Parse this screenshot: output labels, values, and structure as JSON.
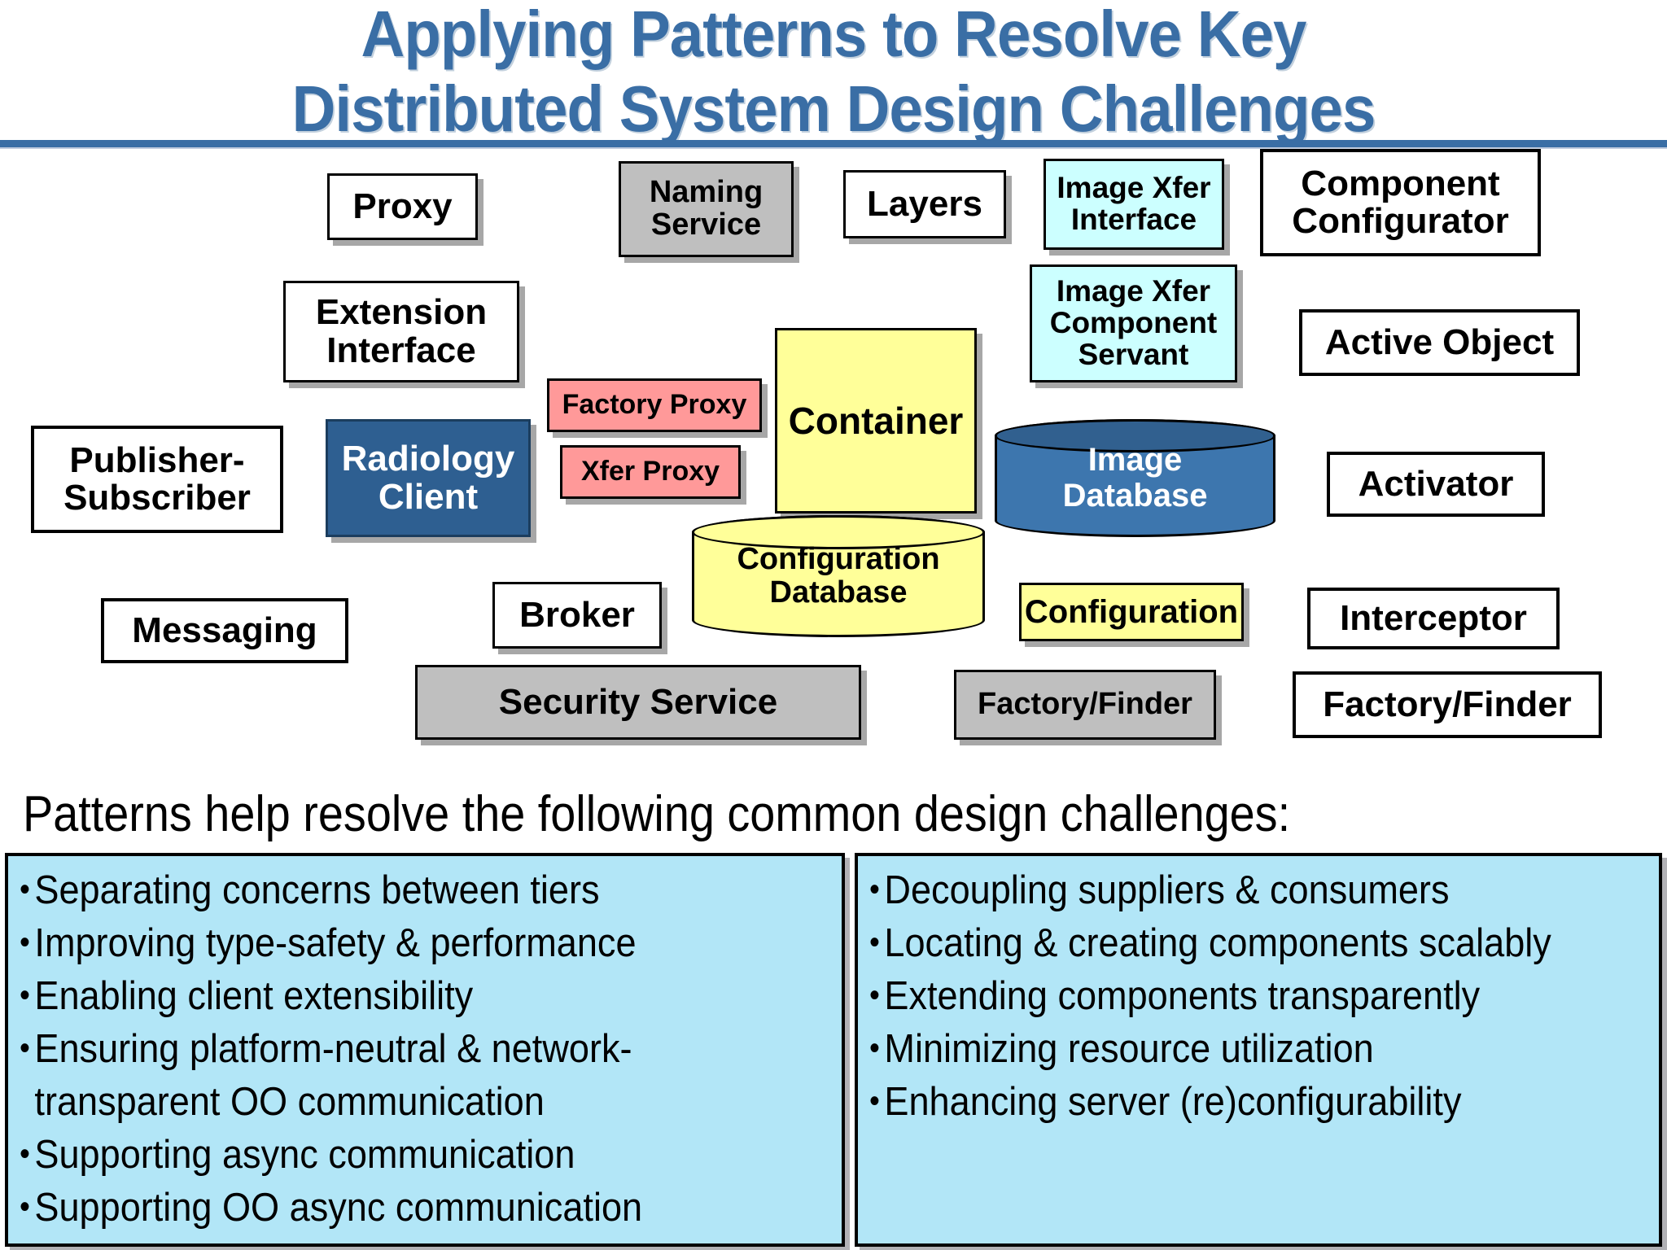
{
  "slide": {
    "title": "Applying Patterns to Resolve Key\nDistributed System Design Challenges",
    "title_color": "#3A6EA5",
    "lead_text": "Patterns help resolve the following common design challenges:"
  },
  "diagram": {
    "nodes": [
      {
        "id": "proxy",
        "label": "Proxy",
        "style": "white-shadow"
      },
      {
        "id": "naming-service",
        "label": "Naming\nService",
        "style": "grey-shadow"
      },
      {
        "id": "layers",
        "label": "Layers",
        "style": "white-shadow"
      },
      {
        "id": "image-xfer-interface",
        "label": "Image Xfer\nInterface",
        "style": "cyan-shadow"
      },
      {
        "id": "component-configurator",
        "label": "Component\nConfigurator",
        "style": "white-plain"
      },
      {
        "id": "extension-interface",
        "label": "Extension\nInterface",
        "style": "white-shadow"
      },
      {
        "id": "image-xfer-component-servant",
        "label": "Image Xfer\nComponent\nServant",
        "style": "cyan-shadow"
      },
      {
        "id": "active-object",
        "label": "Active Object",
        "style": "white-plain"
      },
      {
        "id": "factory-proxy",
        "label": "Factory Proxy",
        "style": "pink-shadow"
      },
      {
        "id": "container",
        "label": "Container",
        "style": "yellow-shadow"
      },
      {
        "id": "publisher-subscriber",
        "label": "Publisher-\nSubscriber",
        "style": "white-plain"
      },
      {
        "id": "radiology-client",
        "label": "Radiology\nClient",
        "style": "darkblue-shadow"
      },
      {
        "id": "xfer-proxy",
        "label": "Xfer Proxy",
        "style": "pink-shadow"
      },
      {
        "id": "activator",
        "label": "Activator",
        "style": "white-plain"
      },
      {
        "id": "messaging",
        "label": "Messaging",
        "style": "white-plain"
      },
      {
        "id": "broker",
        "label": "Broker",
        "style": "white-shadow"
      },
      {
        "id": "configuration",
        "label": "Configuration",
        "style": "yellow-shadow"
      },
      {
        "id": "interceptor",
        "label": "Interceptor",
        "style": "white-plain"
      },
      {
        "id": "security-service",
        "label": "Security Service",
        "style": "grey-shadow"
      },
      {
        "id": "factory-finder-grey",
        "label": "Factory/Finder",
        "style": "grey-shadow"
      },
      {
        "id": "factory-finder-white",
        "label": "Factory/Finder",
        "style": "white-plain"
      }
    ],
    "cylinders": [
      {
        "id": "image-database",
        "label": "Image\nDatabase",
        "color": "blue"
      },
      {
        "id": "configuration-database",
        "label": "Configuration\nDatabase",
        "color": "yellow"
      }
    ],
    "colors": {
      "grey": "#BFBFBF",
      "cyan": "#CCFFFF",
      "yellow": "#FFFF99",
      "pink": "#FF9999",
      "dark_blue": "#2E5F91",
      "cylinder_blue": "#3D76AE",
      "panel_blue": "#B2E6F7"
    }
  },
  "challenges": {
    "left_column": [
      "Separating concerns between tiers",
      "Improving type-safety & performance",
      "Enabling client extensibility",
      "Ensuring platform-neutral & network-transparent OO communication",
      "Supporting async communication",
      "Supporting OO async communication"
    ],
    "right_column": [
      "Decoupling suppliers & consumers",
      "Locating & creating components scalably",
      "Extending components transparently",
      "Minimizing resource utilization",
      "Enhancing server (re)configurability"
    ],
    "bullet_glyph": "•"
  }
}
